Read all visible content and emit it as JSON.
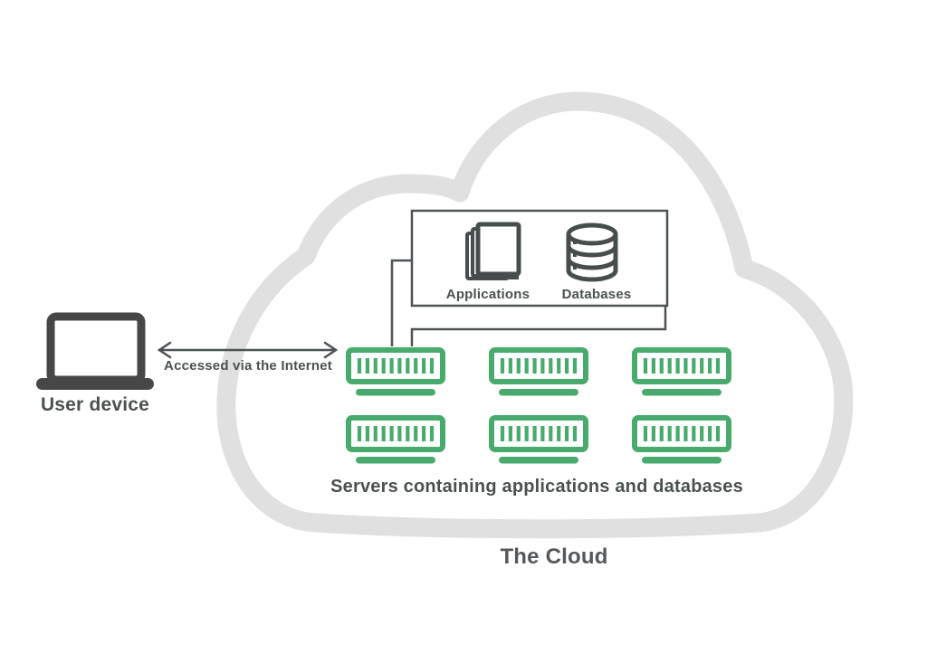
{
  "cloud": {
    "title": "The Cloud",
    "caption": "Servers containing applications and databases"
  },
  "user_device": {
    "label": "User device",
    "icon": "laptop-icon"
  },
  "connection": {
    "label": "Accessed via the Internet",
    "icon": "double-arrow-icon"
  },
  "inner_box": {
    "applications_label": "Applications",
    "applications_icon": "applications-stack-icon",
    "databases_label": "Databases",
    "databases_icon": "database-cylinder-icon"
  },
  "servers": {
    "count": 6,
    "rows": 2,
    "columns": 3,
    "icon": "server-icon"
  },
  "colors": {
    "cloud-outline": "#e0e0e0",
    "server-green": "#49aa6d",
    "ink": "#474d4d",
    "laptop": "#474747",
    "line": "#4d5254",
    "text": "#4b5151",
    "title-text": "#54585a"
  }
}
